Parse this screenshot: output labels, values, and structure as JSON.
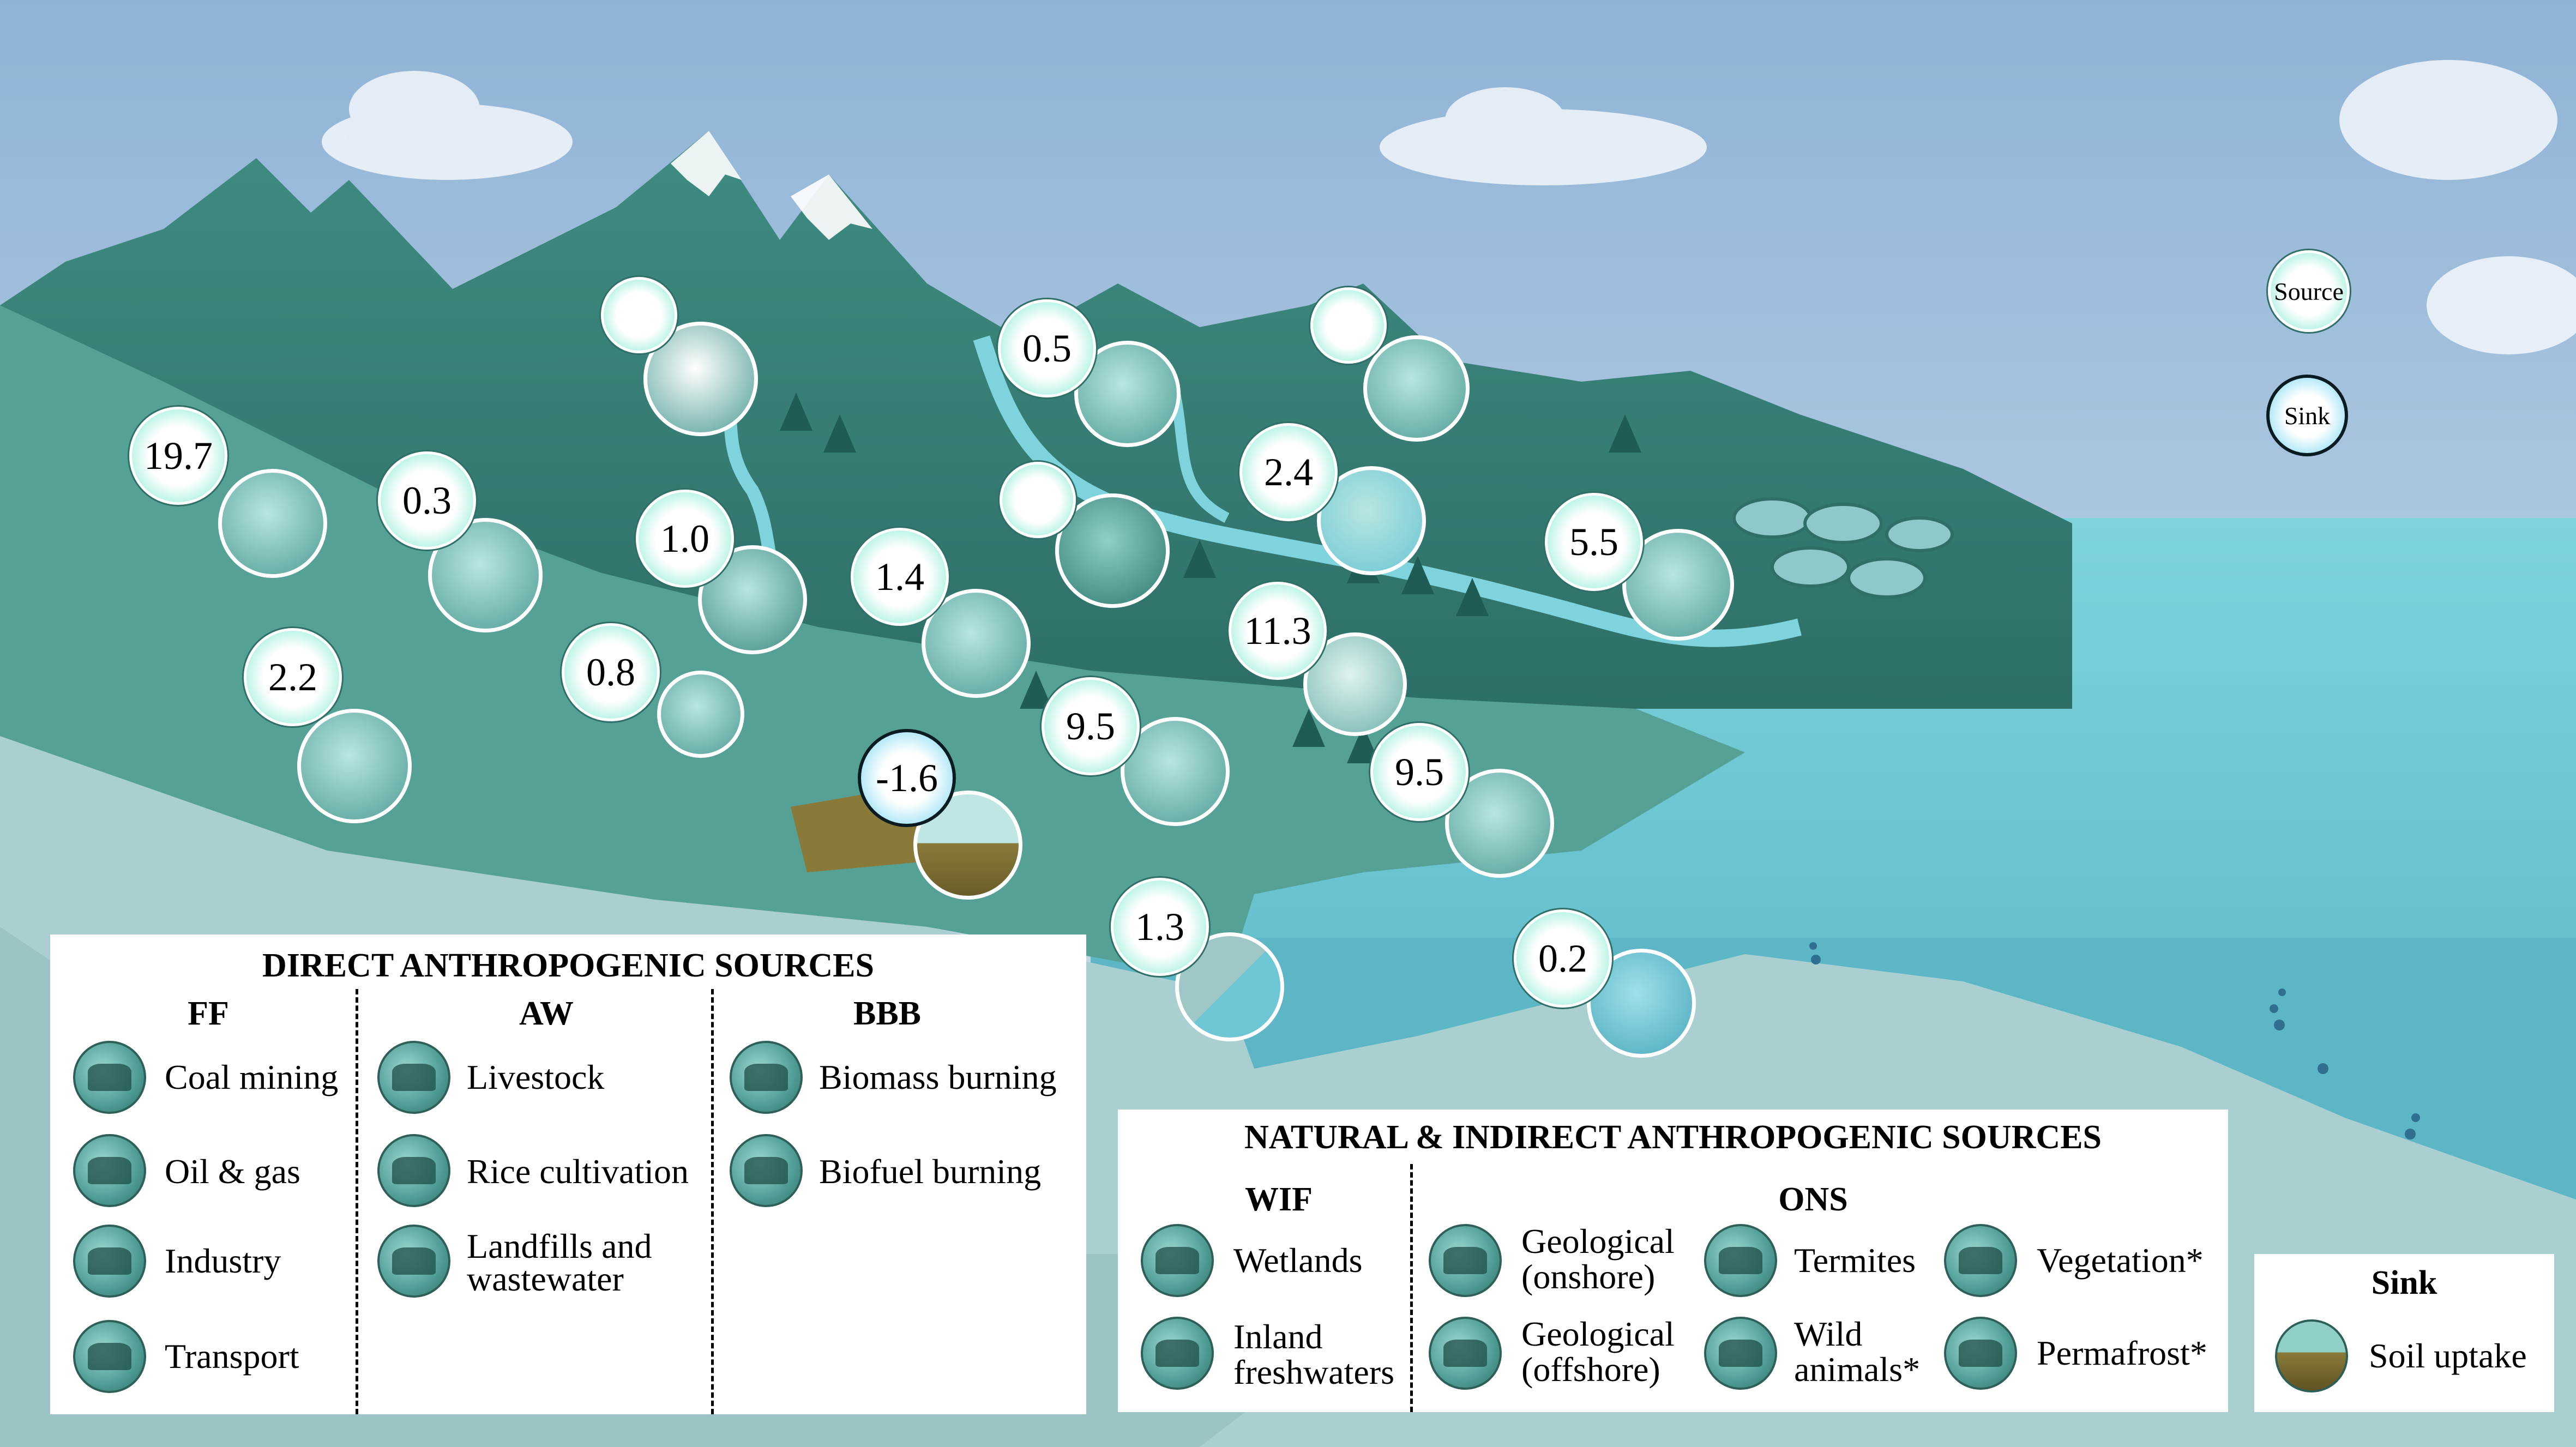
{
  "badges": [
    {
      "value": "19.7",
      "kind": "source"
    },
    {
      "value": "0.3",
      "kind": "source"
    },
    {
      "value": "2.2",
      "kind": "source"
    },
    {
      "value": "1.0",
      "kind": "source"
    },
    {
      "value": "0.8",
      "kind": "source"
    },
    {
      "value": "1.4",
      "kind": "source"
    },
    {
      "value": "-1.6",
      "kind": "sink"
    },
    {
      "value": "0.5",
      "kind": "source"
    },
    {
      "value": "",
      "kind": "source"
    },
    {
      "value": "",
      "kind": "source"
    },
    {
      "value": "",
      "kind": "source"
    },
    {
      "value": "2.4",
      "kind": "source"
    },
    {
      "value": "11.3",
      "kind": "source"
    },
    {
      "value": "9.5",
      "kind": "source"
    },
    {
      "value": "9.5",
      "kind": "source"
    },
    {
      "value": "5.5",
      "kind": "source"
    },
    {
      "value": "1.3",
      "kind": "source"
    },
    {
      "value": "0.2",
      "kind": "source"
    }
  ],
  "key": {
    "source": "Source",
    "sink": "Sink"
  },
  "direct": {
    "title": "DIRECT ANTHROPOGENIC SOURCES",
    "ff": {
      "heading": "FF",
      "items": [
        "Coal mining",
        "Oil & gas",
        "Industry",
        "Transport"
      ]
    },
    "aw": {
      "heading": "AW",
      "items": [
        "Livestock",
        "Rice cultivation",
        "Landfills and",
        "wastewater"
      ]
    },
    "bbb": {
      "heading": "BBB",
      "items": [
        "Biomass burning",
        "Biofuel burning"
      ]
    }
  },
  "natural": {
    "title": "NATURAL & INDIRECT ANTHROPOGENIC SOURCES",
    "wif": {
      "heading": "WIF",
      "items": [
        "Wetlands",
        "Inland",
        "freshwaters"
      ]
    },
    "ons": {
      "heading": "ONS",
      "items": [
        "Geological",
        "(onshore)",
        "Geological",
        "(offshore)",
        "Termites",
        "Wild",
        "animals*",
        "Vegetation*",
        "Permafrost*"
      ]
    }
  },
  "sink": {
    "heading": "Sink",
    "items": [
      "Soil uptake"
    ]
  },
  "colors": {
    "sky_top": "#8fb3d6",
    "sky_bottom": "#d9e9f2",
    "mountain_dark": "#2f7a70",
    "mountain_mid": "#4a9a8e",
    "sea": "#6cc6d4",
    "sea_deep": "#5ab3c4",
    "shore": "#a9cfd0",
    "badge_glow": "#4fd0b5",
    "sink_glow": "#52b8e0"
  }
}
